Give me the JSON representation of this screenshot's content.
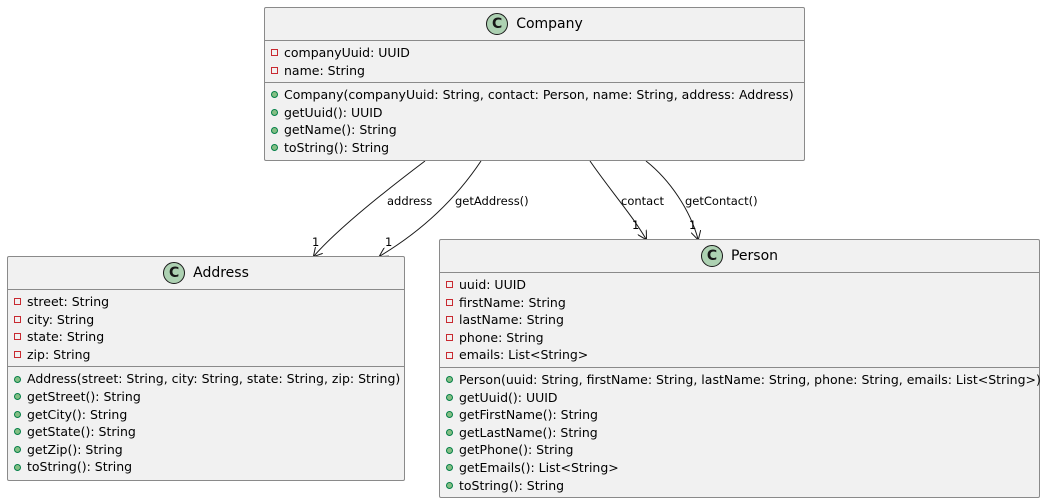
{
  "classes": {
    "company": {
      "name": "Company",
      "stereotype": "C",
      "fields": [
        {
          "vis": "private",
          "text": "companyUuid: UUID"
        },
        {
          "vis": "private",
          "text": "name: String"
        }
      ],
      "methods": [
        {
          "vis": "public",
          "text": "Company(companyUuid: String, contact: Person, name: String, address: Address)"
        },
        {
          "vis": "public",
          "text": "getUuid(): UUID"
        },
        {
          "vis": "public",
          "text": "getName(): String"
        },
        {
          "vis": "public",
          "text": "toString(): String"
        }
      ]
    },
    "address": {
      "name": "Address",
      "stereotype": "C",
      "fields": [
        {
          "vis": "private",
          "text": "street: String"
        },
        {
          "vis": "private",
          "text": "city: String"
        },
        {
          "vis": "private",
          "text": "state: String"
        },
        {
          "vis": "private",
          "text": "zip: String"
        }
      ],
      "methods": [
        {
          "vis": "public",
          "text": "Address(street: String, city: String, state: String, zip: String)"
        },
        {
          "vis": "public",
          "text": "getStreet(): String"
        },
        {
          "vis": "public",
          "text": "getCity(): String"
        },
        {
          "vis": "public",
          "text": "getState(): String"
        },
        {
          "vis": "public",
          "text": "getZip(): String"
        },
        {
          "vis": "public",
          "text": "toString(): String"
        }
      ]
    },
    "person": {
      "name": "Person",
      "stereotype": "C",
      "fields": [
        {
          "vis": "private",
          "text": "uuid: UUID"
        },
        {
          "vis": "private",
          "text": "firstName: String"
        },
        {
          "vis": "private",
          "text": "lastName: String"
        },
        {
          "vis": "private",
          "text": "phone: String"
        },
        {
          "vis": "private",
          "text": "emails: List<String>"
        }
      ],
      "methods": [
        {
          "vis": "public",
          "text": "Person(uuid: String, firstName: String, lastName: String, phone: String, emails: List<String>)"
        },
        {
          "vis": "public",
          "text": "getUuid(): UUID"
        },
        {
          "vis": "public",
          "text": "getFirstName(): String"
        },
        {
          "vis": "public",
          "text": "getLastName(): String"
        },
        {
          "vis": "public",
          "text": "getPhone(): String"
        },
        {
          "vis": "public",
          "text": "getEmails(): List<String>"
        },
        {
          "vis": "public",
          "text": "toString(): String"
        }
      ]
    }
  },
  "associations": [
    {
      "label": "address",
      "multiplicity": "1"
    },
    {
      "label": "getAddress()",
      "multiplicity": "1"
    },
    {
      "label": "contact",
      "multiplicity": "1"
    },
    {
      "label": "getContact()",
      "multiplicity": "1"
    }
  ],
  "colors": {
    "class_fill": "#f1f1f1",
    "class_border": "#8a8a8a",
    "badge_fill": "#add1b2",
    "private_marker": "#c82930",
    "public_marker": "#84be84",
    "edge": "#181818"
  }
}
